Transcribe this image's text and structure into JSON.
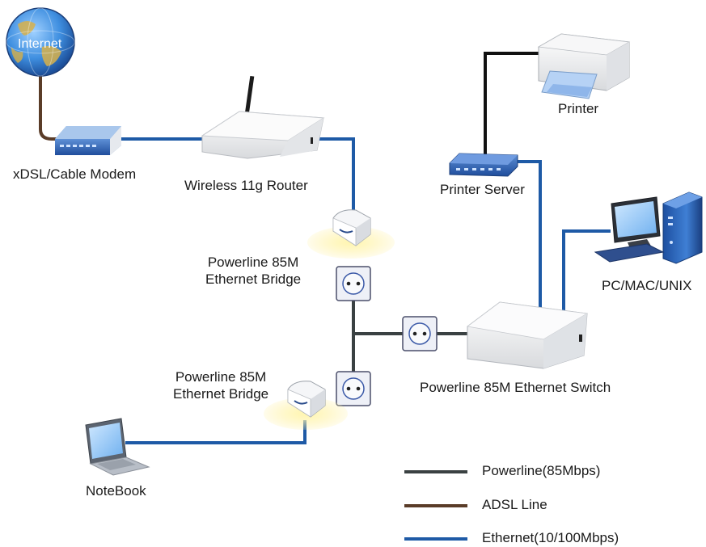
{
  "colors": {
    "powerline": "#3a4142",
    "adsl": "#5a3c28",
    "ethernet": "#1e5aa6",
    "printer_cable": "#111111"
  },
  "devices": {
    "internet": {
      "label": "Internet",
      "icon": "globe-icon"
    },
    "modem": {
      "label": "xDSL/Cable Modem",
      "icon": "modem-icon"
    },
    "router": {
      "label": "Wireless 11g Router",
      "icon": "router-icon"
    },
    "bridge_top": {
      "label": "Powerline 85M\nEthernet Bridge",
      "icon": "powerline-bridge-icon"
    },
    "bridge_bottom": {
      "label": "Powerline 85M\nEthernet Bridge",
      "icon": "powerline-bridge-icon"
    },
    "printer": {
      "label": "Printer",
      "icon": "printer-icon"
    },
    "printer_server": {
      "label": "Printer Server",
      "icon": "printer-server-icon"
    },
    "pc": {
      "label": "PC/MAC/UNIX",
      "icon": "desktop-computer-icon"
    },
    "switch": {
      "label": "Powerline 85M Ethernet Switch",
      "icon": "switch-icon"
    },
    "notebook": {
      "label": "NoteBook",
      "icon": "laptop-icon"
    },
    "outlet_icon": "power-outlet-icon"
  },
  "legend": {
    "powerline": "Powerline(85Mbps)",
    "adsl": "ADSL Line",
    "ethernet": "Ethernet(10/100Mbps)"
  }
}
